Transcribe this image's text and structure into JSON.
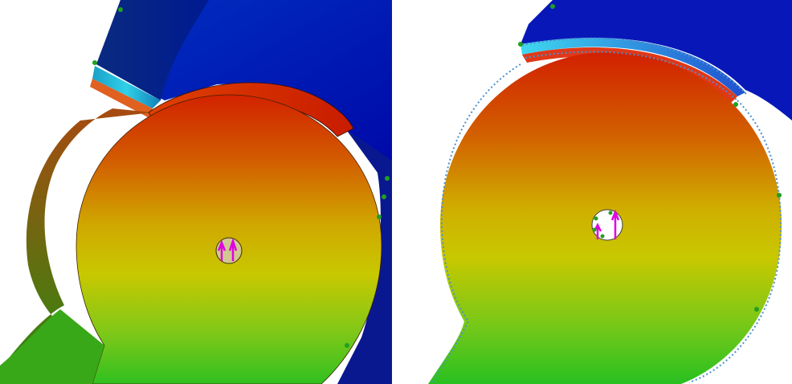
{
  "figure": {
    "panels": [
      {
        "id": "left",
        "view": "fea-contour-isometric"
      },
      {
        "id": "right",
        "view": "fea-contour-front-with-load-indicators"
      }
    ],
    "colors": {
      "background": "#ffffff",
      "high_stress": "#d02000",
      "mid_stress": "#c8c800",
      "low_stress": "#28c020",
      "housing_blue": "#0010b0",
      "contact_cyan": "#20b8d8",
      "load_arrow": "#e000e0",
      "fixture_marker": "#20a020",
      "boundary_dots": "#4a90d0"
    },
    "icons": [
      "load-arrow-icon",
      "fixture-marker-icon"
    ]
  }
}
